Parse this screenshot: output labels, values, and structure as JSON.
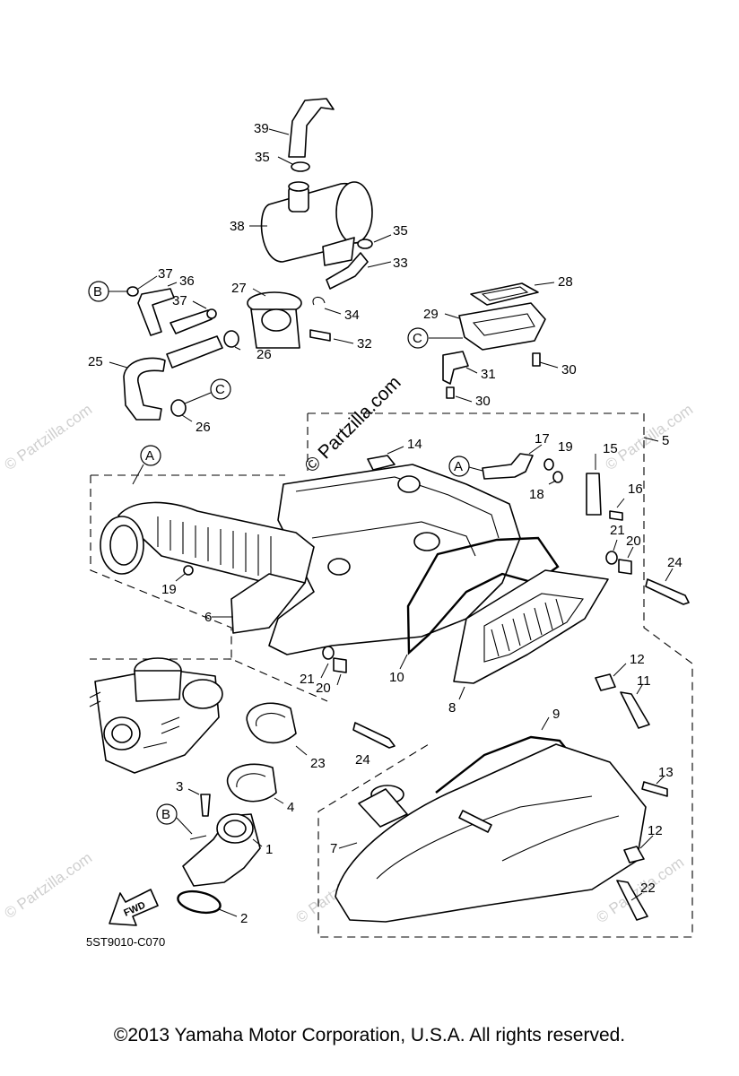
{
  "watermark": {
    "text": "© Partzilla.com",
    "center_text": "© Partzilla.com"
  },
  "diagram_code": "5ST9010-C070",
  "copyright": "©2013 Yamaha Motor Corporation, U.S.A. All rights reserved.",
  "fwd_label": "FWD",
  "ref_letters": {
    "A": "A",
    "B": "B",
    "C": "C"
  },
  "callouts": {
    "p1": "1",
    "p2": "2",
    "p3": "3",
    "p4": "4",
    "p5": "5",
    "p6": "6",
    "p7": "7",
    "p8": "8",
    "p9": "9",
    "p10": "10",
    "p11": "11",
    "p12": "12",
    "p13": "13",
    "p14": "14",
    "p15": "15",
    "p16": "16",
    "p17": "17",
    "p18": "18",
    "p19": "19",
    "p20": "20",
    "p21": "21",
    "p22": "22",
    "p23": "23",
    "p24": "24",
    "p25": "25",
    "p26": "26",
    "p27": "27",
    "p28": "28",
    "p29": "29",
    "p30": "30",
    "p31": "31",
    "p32": "32",
    "p33": "33",
    "p34": "34",
    "p35": "35",
    "p36": "36",
    "p37": "37",
    "p38": "38",
    "p39": "39"
  }
}
